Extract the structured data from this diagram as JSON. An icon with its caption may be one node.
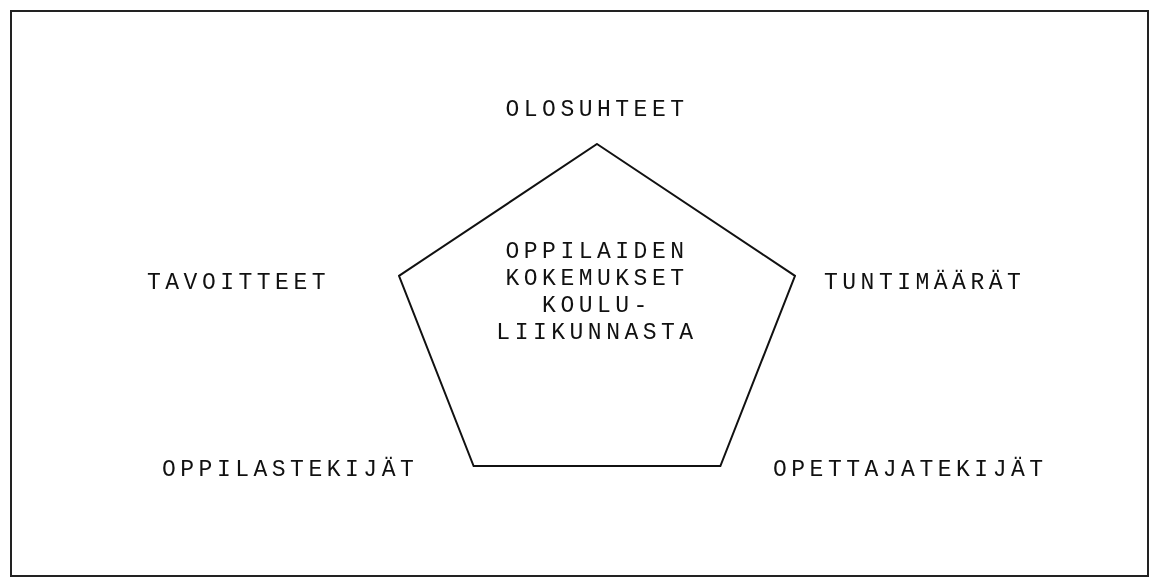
{
  "diagram": {
    "nodes": [
      {
        "text": [
          "OPPILAIDEN KOKEMUKSET KOULU- LIIKUNNASTA"
        ]
      }
    ],
    "edges": [],
    "labels": [
      "OLOSUHTEET",
      "TAVOITTEET",
      "TUNTIMÄÄRÄT",
      "OPPILASTEKIJÄT",
      "OPETTAJATEKIJÄT"
    ]
  }
}
